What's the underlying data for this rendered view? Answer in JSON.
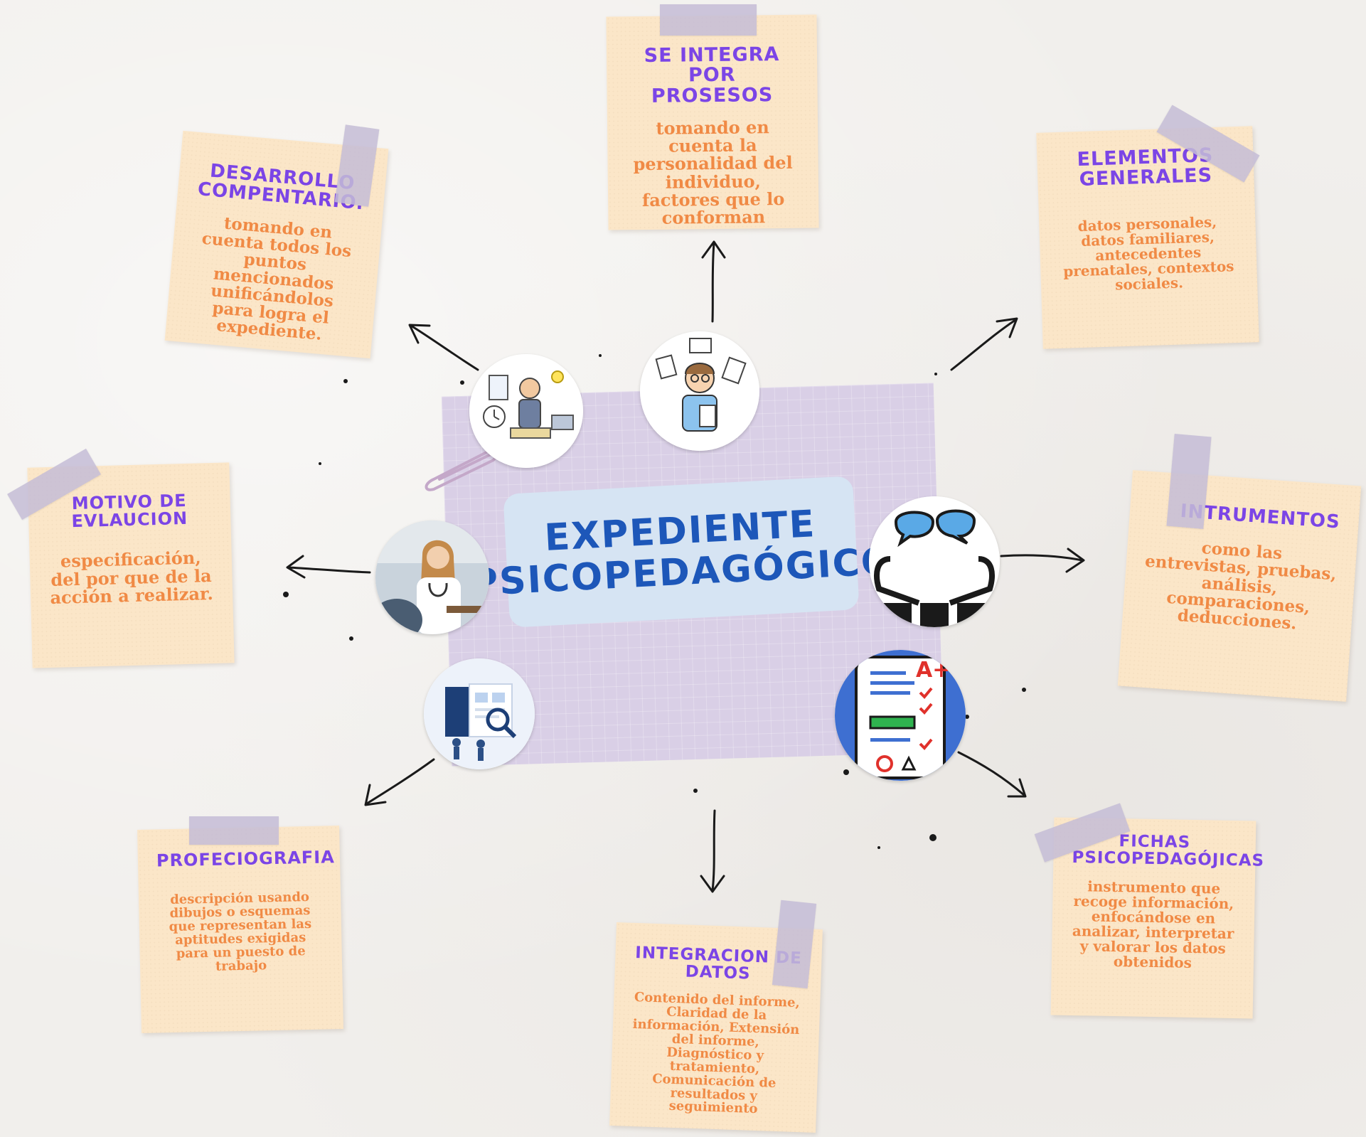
{
  "central": {
    "line1": "EXPEDIENTE",
    "line2": "PSICOPEDAGÓGICO"
  },
  "nodes": [
    {
      "id": "top",
      "title": "SE INTEGRA POR PROSESOS",
      "desc": "tomando en cuenta la personalidad del individuo, factores que lo conforman"
    },
    {
      "id": "top-left",
      "title": "DESARROLLO COMPENTARIO.",
      "desc": "tomando en cuenta todos los puntos mencionados unificándolos para logra el expediente."
    },
    {
      "id": "top-right",
      "title": "ELEMENTOS GENERALES",
      "desc": "datos personales, datos familiares, antecedentes prenatales, contextos sociales."
    },
    {
      "id": "left",
      "title": "MOTIVO DE EVLAUCION",
      "desc": "especificación, del por que de la acción a realizar."
    },
    {
      "id": "right",
      "title": "INTRUMENTOS",
      "desc": "como las  entrevistas, pruebas, análisis, comparaciones, deducciones."
    },
    {
      "id": "bottom-left",
      "title": "PROFECIOGRAFIA",
      "desc": "descripción usando dibujos o esquemas que representan las aptitudes exigidas para un puesto de trabajo"
    },
    {
      "id": "bottom",
      "title": "INTEGRACION DE DATOS",
      "desc": "Contenido del informe, Claridad de la información, Extensión del informe, Diagnóstico y tratamiento, Comunicación de resultados y seguimiento"
    },
    {
      "id": "bottom-right",
      "title": "FICHAS PSICOPEDAGÓJICAS",
      "desc": "instrumento que recoge información, enfocándose en analizar, interpretar y valorar los datos obtenidos"
    }
  ],
  "images": [
    {
      "id": "multitask-worker",
      "icon": "multitasking-person-icon"
    },
    {
      "id": "papers-person",
      "icon": "person-with-papers-icon"
    },
    {
      "id": "doctor-interview",
      "icon": "doctor-consultation-icon"
    },
    {
      "id": "conversation",
      "icon": "conversation-bubbles-icon"
    },
    {
      "id": "research",
      "icon": "document-research-icon"
    },
    {
      "id": "graded-test",
      "icon": "graded-test-icon"
    }
  ],
  "colors": {
    "title": "#7b45e6",
    "desc": "#f08a45",
    "note": "#fbe6c8",
    "central_text": "#1d57b9",
    "central_label": "#d6e4f3",
    "central_sheet": "#d9cfe6",
    "tape": "#c4bcd6"
  }
}
